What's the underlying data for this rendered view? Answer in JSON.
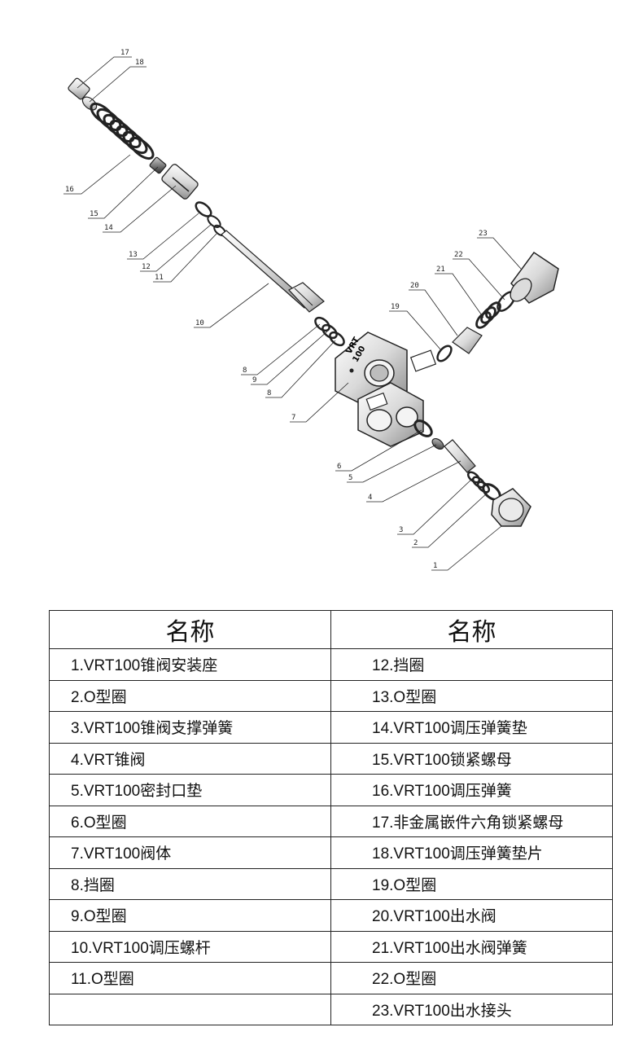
{
  "table": {
    "headers": [
      "名称",
      "名称"
    ],
    "rows": [
      [
        "1.VRT100锥阀安装座",
        "12.挡圈"
      ],
      [
        "2.O型圈",
        "13.O型圈"
      ],
      [
        "3.VRT100锥阀支撑弹簧",
        "14.VRT100调压弹簧垫"
      ],
      [
        "4.VRT锥阀",
        "15.VRT100锁紧螺母"
      ],
      [
        "5.VRT100密封口垫",
        "16.VRT100调压弹簧"
      ],
      [
        "6.O型圈",
        "17.非金属嵌件六角锁紧螺母"
      ],
      [
        "7.VRT100阀体",
        "18.VRT100调压弹簧垫片"
      ],
      [
        "8.挡圈",
        "19.O型圈"
      ],
      [
        "9.O型圈",
        "20.VRT100出水阀"
      ],
      [
        "10.VRT100调压螺杆",
        "21.VRT100出水阀弹簧"
      ],
      [
        "11.O型圈",
        "22.O型圈"
      ],
      [
        "",
        "23.VRT100出水接头"
      ]
    ]
  },
  "diagram": {
    "callouts": [
      "17",
      "18",
      "16",
      "15",
      "14",
      "13",
      "12",
      "11",
      "10",
      "8",
      "9",
      "8",
      "7",
      "6",
      "5",
      "4",
      "3",
      "2",
      "1",
      "19",
      "20",
      "21",
      "22",
      "23"
    ],
    "body_label_1": "VRT",
    "body_label_2": "100"
  }
}
